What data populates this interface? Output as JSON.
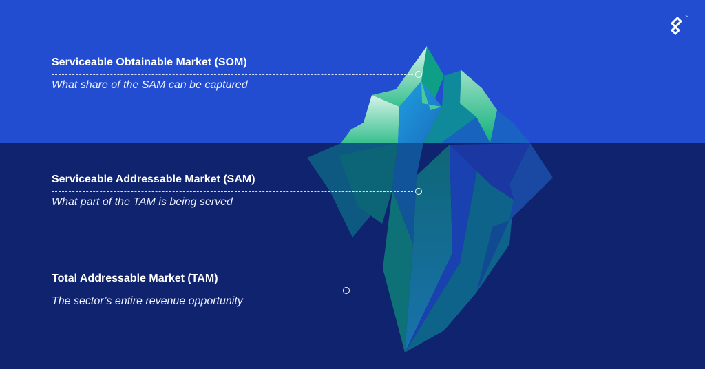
{
  "brand": {
    "logo": "toptal-logo-icon",
    "trademark": "™"
  },
  "colors": {
    "sky": "#224dd1",
    "sea": "#10236e",
    "ice_light": "#c9f0e3",
    "ice_green": "#17b584",
    "ice_teal": "#0f7a86",
    "ice_blue": "#1a8fd0"
  },
  "levels": [
    {
      "title": "Serviceable Obtainable Market (SOM)",
      "description": "What share of the SAM can be captured"
    },
    {
      "title": "Serviceable Addressable Market (SAM)",
      "description": "What part of the TAM is being served"
    },
    {
      "title": "Total Addressable Market (TAM)",
      "description": "The sector’s entire revenue opportunity"
    }
  ]
}
